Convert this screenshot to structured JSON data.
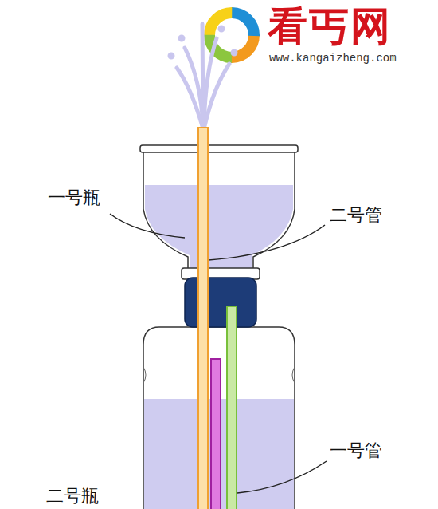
{
  "diagram": {
    "labels": [
      "看丐网",
      "www.kangaizheng.com",
      "一号瓶",
      "二号管",
      "一号管",
      "二号瓶"
    ]
  }
}
